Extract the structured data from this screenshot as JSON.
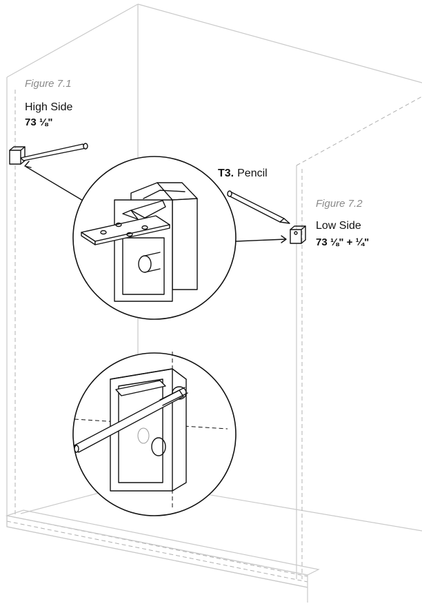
{
  "figure_high": {
    "figure_label": "Figure 7.1",
    "side_label": "High Side",
    "measurement": "73 ⅛\""
  },
  "figure_low": {
    "figure_label": "Figure 7.2",
    "side_label": "Low Side",
    "measurement": "73 ⅛\" + ¼\""
  },
  "tool_callout": {
    "code": "T3.",
    "name": "Pencil"
  },
  "icons": [
    "pencil-icon",
    "bracket-icon",
    "arrow-icon",
    "magnifier-circle-icon"
  ]
}
